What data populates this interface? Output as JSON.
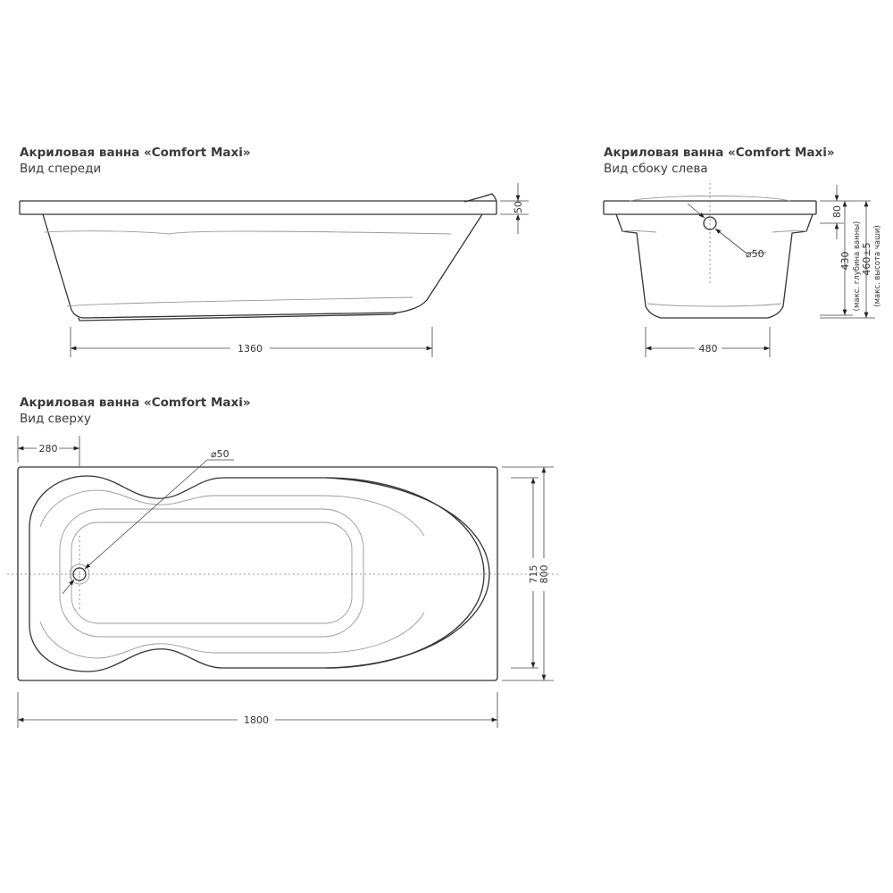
{
  "front_view": {
    "title": "Акриловая ванна «Comfort Maxi»",
    "subtitle": "Вид спереди",
    "dim_rim": "50",
    "dim_length": "1360"
  },
  "side_view": {
    "title": "Акриловая ванна «Comfort Maxi»",
    "subtitle": "Вид сбоку слева",
    "dim_drain": "⌀50",
    "dim_rim": "80",
    "dim_depth": "430",
    "dim_depth_note": "(макс. глубина ванны)",
    "dim_height": "460±5",
    "dim_height_note": "(макс. высота чаши)",
    "dim_width": "480"
  },
  "top_view": {
    "title": "Акриловая ванна «Comfort Maxi»",
    "subtitle": "Вид сверху",
    "dim_drain_offset": "280",
    "dim_drain": "⌀50",
    "dim_inner_width": "715",
    "dim_width": "800",
    "dim_length": "1800"
  }
}
